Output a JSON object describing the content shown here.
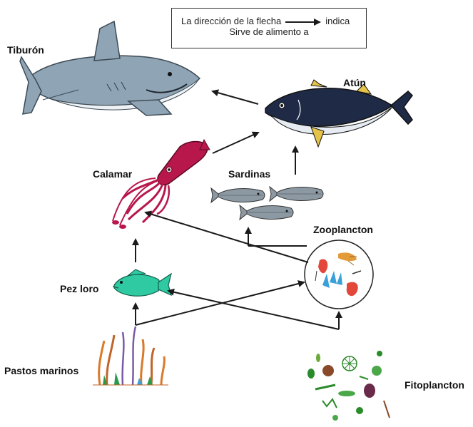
{
  "legend": {
    "line1_prefix": "La dirección de la flecha",
    "line1_suffix": "indica",
    "line2": "Sirve de alimento a"
  },
  "organisms": {
    "tiburon": "Tiburón",
    "atun": "Atún",
    "calamar": "Calamar",
    "sardinas": "Sardinas",
    "zooplancton": "Zooplancton",
    "pez_loro": "Pez loro",
    "pastos_marinos": "Pastos marinos",
    "fitoplancton": "Fitoplancton"
  },
  "colors": {
    "arrow": "#1a1a1a",
    "shark": "#8fa4b4",
    "tuna_back": "#1f2b46",
    "tuna_belly": "#e6ecf2",
    "tuna_fin": "#e3c34a",
    "squid": "#b8174c",
    "sardine": "#8c98a2",
    "parrotfish": "#2fc9a2",
    "plankton": "#2a8b2a"
  }
}
